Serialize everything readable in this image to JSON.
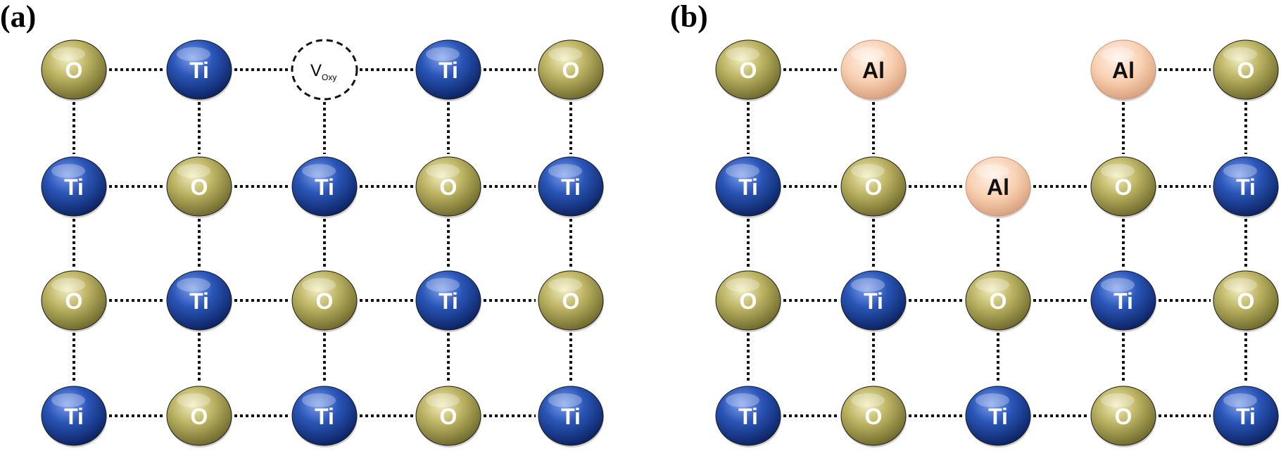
{
  "panels": [
    {
      "id": "a",
      "label": "(a)",
      "grid": [
        [
          "O",
          "Ti",
          "V",
          "Ti",
          "O"
        ],
        [
          "Ti",
          "O",
          "Ti",
          "O",
          "Ti"
        ],
        [
          "O",
          "Ti",
          "O",
          "Ti",
          "O"
        ],
        [
          "Ti",
          "O",
          "Ti",
          "O",
          "Ti"
        ]
      ],
      "missing_h_bonds": [],
      "missing_v_bonds": []
    },
    {
      "id": "b",
      "label": "(b)",
      "grid": [
        [
          "O",
          "Al",
          "",
          "Al",
          "O"
        ],
        [
          "Ti",
          "O",
          "Al",
          "O",
          "Ti"
        ],
        [
          "O",
          "Ti",
          "O",
          "Ti",
          "O"
        ],
        [
          "Ti",
          "O",
          "Ti",
          "O",
          "Ti"
        ]
      ],
      "missing_h_bonds": [
        [
          0,
          1
        ],
        [
          0,
          2
        ]
      ],
      "missing_v_bonds": [
        [
          0,
          2
        ]
      ]
    }
  ],
  "vacancy": {
    "symbol": "V",
    "subscript": "Oxy"
  },
  "species": {
    "O": {
      "label": "O",
      "color": "#b5ad5c",
      "text_color": "#ffffff"
    },
    "Ti": {
      "label": "Ti",
      "color": "#2a56b8",
      "text_color": "#ffffff"
    },
    "Al": {
      "label": "Al",
      "color": "#f7cfb0",
      "text_color": "#111111"
    }
  }
}
